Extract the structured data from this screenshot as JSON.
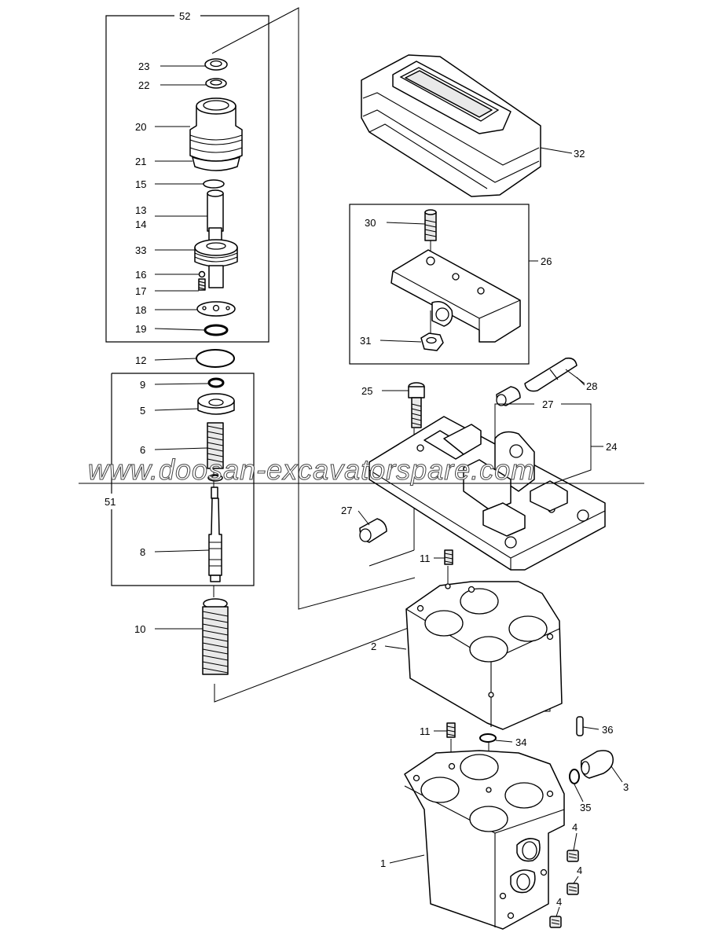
{
  "watermark": "www.doosan-excavatorspare.com",
  "callouts": {
    "c52": "52",
    "c23": "23",
    "c22": "22",
    "c20": "20",
    "c21": "21",
    "c15": "15",
    "c13": "13",
    "c14": "14",
    "c33": "33",
    "c16": "16",
    "c17": "17",
    "c18": "18",
    "c19": "19",
    "c12": "12",
    "c9": "9",
    "c5": "5",
    "c6": "6",
    "c51": "51",
    "c8": "8",
    "c10": "10",
    "c32": "32",
    "c30": "30",
    "c26": "26",
    "c31": "31",
    "c25": "25",
    "c28": "28",
    "c27a": "27",
    "c24": "24",
    "c27b": "27",
    "c11a": "11",
    "c2": "2",
    "c36": "36",
    "c11b": "11",
    "c34": "34",
    "c3": "3",
    "c35": "35",
    "c1": "1",
    "c4a": "4",
    "c4b": "4",
    "c4c": "4"
  }
}
